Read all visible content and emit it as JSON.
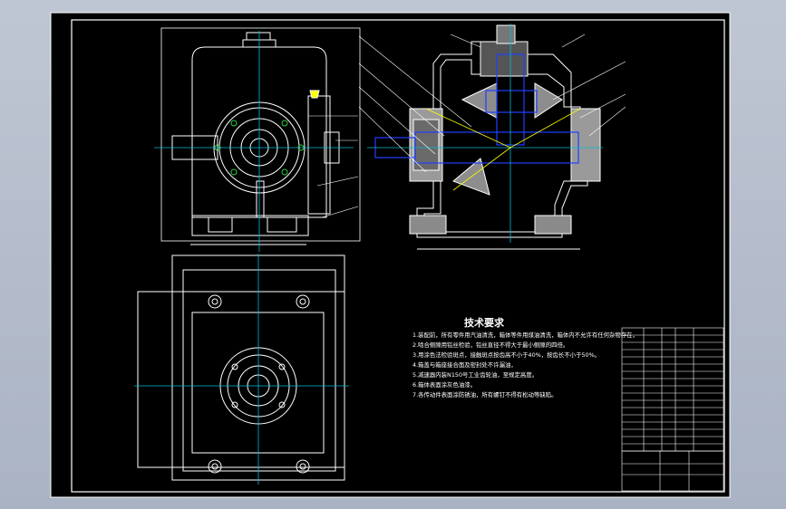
{
  "drawing": {
    "tech_title": "技术要求",
    "requirements": [
      "1.装配前，所有零件用汽油清洗，箱体等件用煤油清洗，箱体内不允许有任何杂物存在，",
      "2.啮合侧隙用铅丝检验，铅丝直径不得大于最小侧隙的四倍。",
      "3.用涂色法检验斑点，接触斑点按齿高不小于40%，按齿长不小于50%。",
      "4.箱盖与箱座接合面及密封处不许漏油，",
      "5.减速器内装N150号工业齿轮油，至规定高度。",
      "6.箱体表面涂灰色油漆。",
      "7.各传动件表面涂防锈油，所有螺钉不得有松动等缺陷。"
    ],
    "colors": {
      "background": "#000000",
      "frame": "#ffffff",
      "centerline": "#00bcd4",
      "shaft": "#2040ff",
      "accent_line": "#ffff00",
      "section": "#cfcfcf"
    }
  }
}
